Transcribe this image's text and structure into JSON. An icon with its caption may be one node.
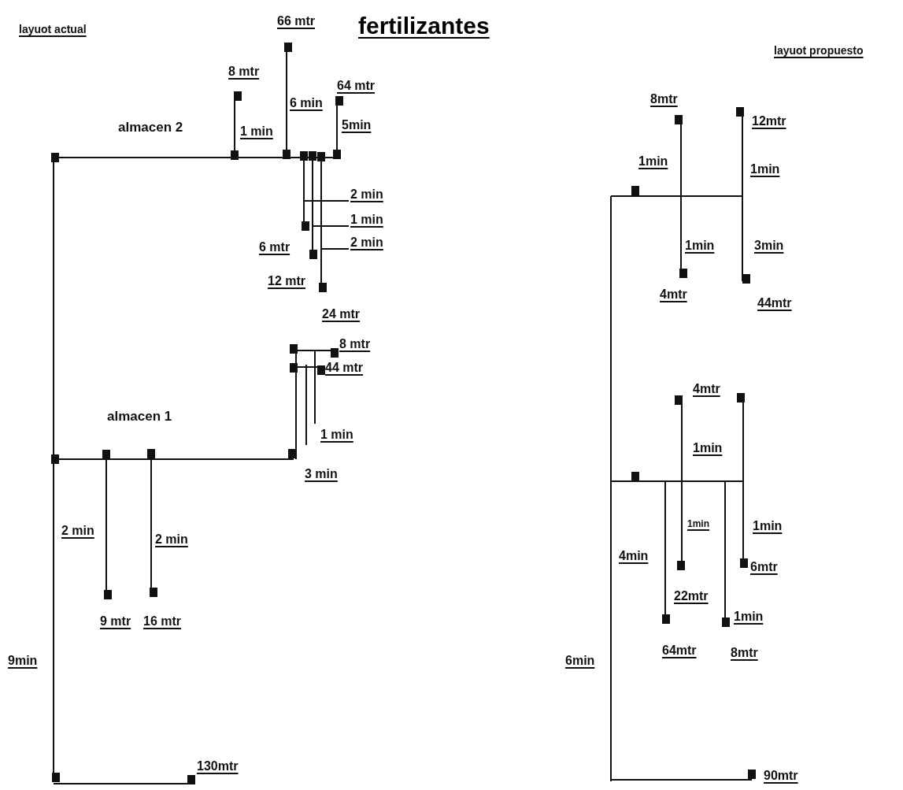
{
  "diagram": {
    "title": "fertilizantes",
    "labels": [
      "layuot actual",
      "66 mtr",
      "layuot propuesto",
      "8 mtr",
      "64 mtr",
      "6 min",
      "almacen 2",
      "8mtr",
      "12mtr",
      "1 min",
      "5min",
      "1min",
      "1min",
      "2 min",
      "1 min",
      "2 min",
      "6 mtr",
      "1min",
      "3min",
      "12 mtr",
      "4mtr",
      "44mtr",
      "24 mtr",
      "8 mtr",
      "44 mtr",
      "4mtr",
      "almacen 1",
      "1 min",
      "1min",
      "3 min",
      "2 min",
      "2 min",
      "1min",
      "1min",
      "4min",
      "6mtr",
      "22mtr",
      "9 mtr",
      "16 mtr",
      "1min",
      "64mtr",
      "8mtr",
      "9min",
      "6min",
      "130mtr",
      "90mtr"
    ]
  }
}
